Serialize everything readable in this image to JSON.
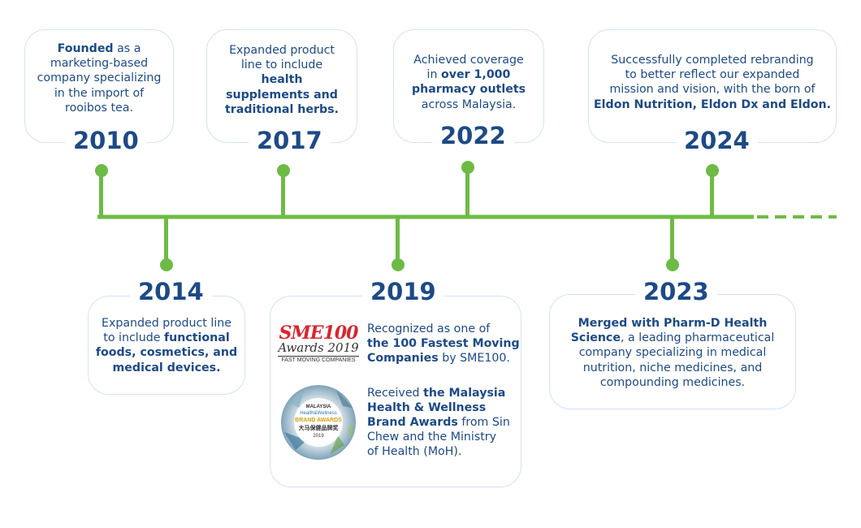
{
  "milestones": {
    "y2010": {
      "year": "2010",
      "lines": [
        [
          {
            "t": "Founded",
            "b": true
          },
          {
            "t": " as a",
            "b": false
          }
        ],
        [
          {
            "t": "marketing-based",
            "b": false
          }
        ],
        [
          {
            "t": "company specializing",
            "b": false
          }
        ],
        [
          {
            "t": "in the import of",
            "b": false
          }
        ],
        [
          {
            "t": "rooibos tea.",
            "b": false
          }
        ]
      ]
    },
    "y2014": {
      "year": "2014",
      "lines": [
        [
          {
            "t": "Expanded product line",
            "b": false
          }
        ],
        [
          {
            "t": "to include ",
            "b": false
          },
          {
            "t": "functional",
            "b": true
          }
        ],
        [
          {
            "t": "foods, cosmetics, and",
            "b": true
          }
        ],
        [
          {
            "t": "medical devices.",
            "b": true
          }
        ]
      ]
    },
    "y2017": {
      "year": "2017",
      "lines": [
        [
          {
            "t": "Expanded product",
            "b": false
          }
        ],
        [
          {
            "t": "line to include",
            "b": false
          }
        ],
        [
          {
            "t": "health",
            "b": true
          }
        ],
        [
          {
            "t": "supplements and",
            "b": true
          }
        ],
        [
          {
            "t": "traditional herbs.",
            "b": true
          }
        ]
      ]
    },
    "y2019": {
      "year": "2019",
      "award1": {
        "lines": [
          [
            {
              "t": "Recognized as one of",
              "b": false
            }
          ],
          [
            {
              "t": "the 100 Fastest Moving",
              "b": true
            }
          ],
          [
            {
              "t": "Companies",
              "b": true
            },
            {
              "t": " by SME100.",
              "b": false
            }
          ]
        ],
        "logo": {
          "top": "SME100",
          "mid": "Awards 2019",
          "bot": "FAST MOVING COMPANIES"
        }
      },
      "award2": {
        "lines": [
          [
            {
              "t": "Received ",
              "b": false
            },
            {
              "t": "the Malaysia",
              "b": true
            }
          ],
          [
            {
              "t": "Health & Wellness",
              "b": true
            }
          ],
          [
            {
              "t": "Brand Awards",
              "b": true
            },
            {
              "t": " from Sin",
              "b": false
            }
          ],
          [
            {
              "t": "Chew and the Ministry",
              "b": false
            }
          ],
          [
            {
              "t": "of Health (MoH).",
              "b": false
            }
          ]
        ],
        "logo": {
          "l1": "MALAYSIA",
          "l2": "Health&Wellness",
          "l3": "BRAND AWARDS",
          "l4": "大马保健品牌奖",
          "l5": "2019"
        }
      }
    },
    "y2022": {
      "year": "2022",
      "lines": [
        [
          {
            "t": "Achieved coverage",
            "b": false
          }
        ],
        [
          {
            "t": "in ",
            "b": false
          },
          {
            "t": "over 1,000",
            "b": true
          }
        ],
        [
          {
            "t": "pharmacy outlets",
            "b": true
          }
        ],
        [
          {
            "t": "across Malaysia.",
            "b": false
          }
        ]
      ]
    },
    "y2023": {
      "year": "2023",
      "lines": [
        [
          {
            "t": "Merged with Pharm-D Health",
            "b": true
          }
        ],
        [
          {
            "t": "Science",
            "b": true
          },
          {
            "t": ", a leading pharmaceutical",
            "b": false
          }
        ],
        [
          {
            "t": "company specializing in medical",
            "b": false
          }
        ],
        [
          {
            "t": "nutrition, niche medicines, and",
            "b": false
          }
        ],
        [
          {
            "t": "compounding medicines.",
            "b": false
          }
        ]
      ]
    },
    "y2024": {
      "year": "2024",
      "lines": [
        [
          {
            "t": "Successfully completed rebranding",
            "b": false
          }
        ],
        [
          {
            "t": "to better reflect our expanded",
            "b": false
          }
        ],
        [
          {
            "t": "mission and vision, with the born of",
            "b": false
          }
        ],
        [
          {
            "t": "Eldon Nutrition, Eldon Dx and Eldon.",
            "b": true
          }
        ]
      ]
    }
  },
  "colors": {
    "line": "#6dbb45",
    "text": "#1d4a86",
    "border": "#d4e2f4"
  }
}
